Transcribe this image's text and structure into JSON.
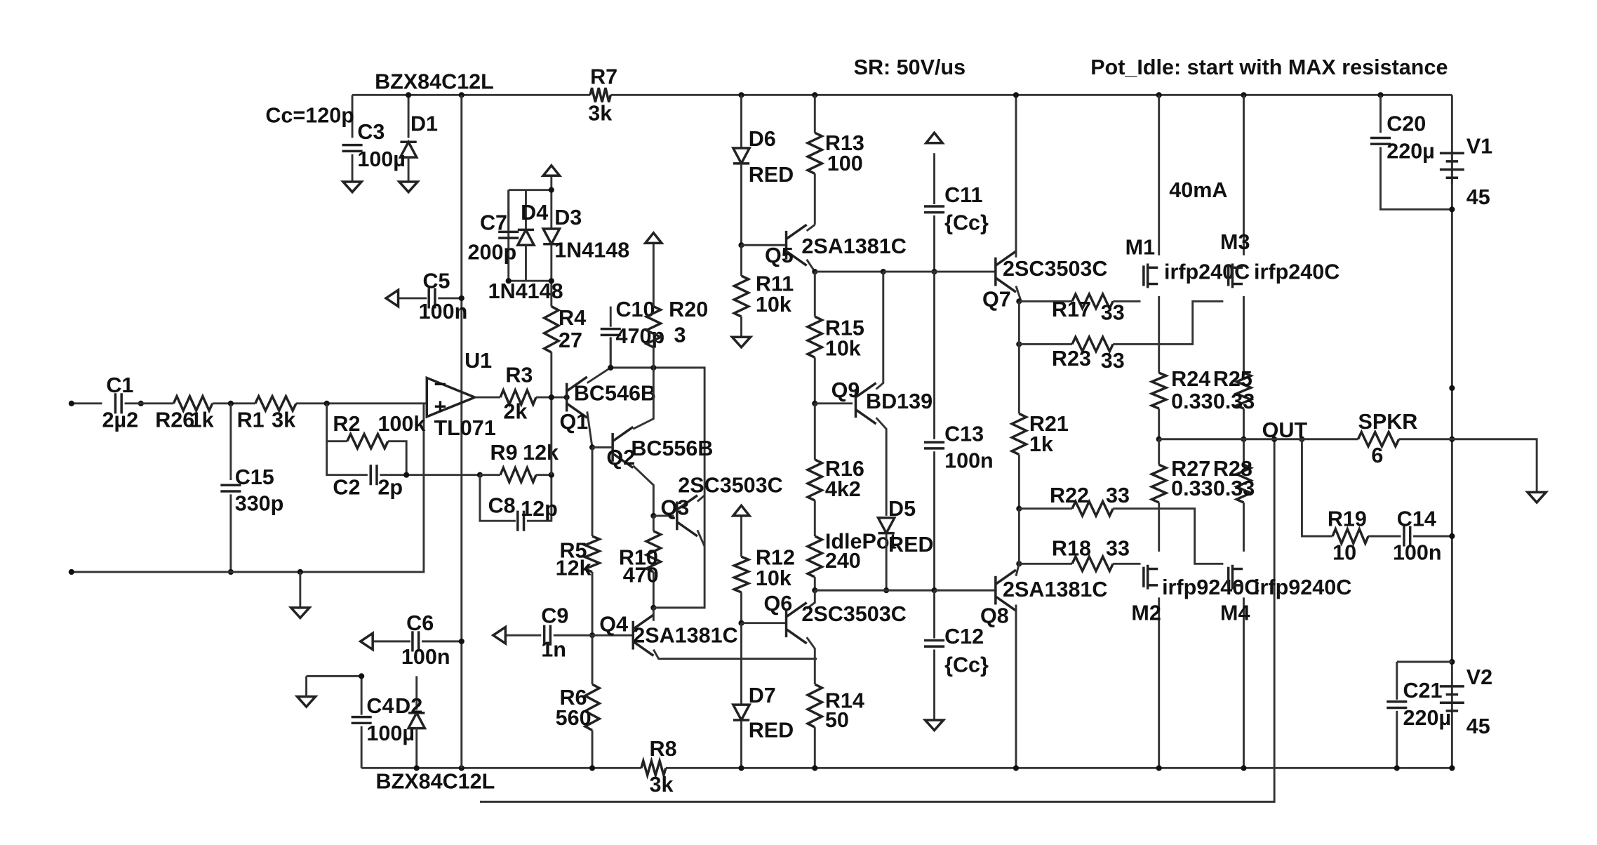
{
  "notes": {
    "cc": "Cc=120p",
    "sr": "SR: 50V/us",
    "pot": "Pot_Idle: start with MAX resistance",
    "idle_current": "40mA",
    "out": "OUT"
  },
  "components": [
    {
      "id": "C1",
      "value": "2µ2"
    },
    {
      "id": "R26",
      "value": "1k"
    },
    {
      "id": "R1",
      "value": "3k"
    },
    {
      "id": "R2",
      "value": "100k"
    },
    {
      "id": "C2",
      "value": "2p"
    },
    {
      "id": "C15",
      "value": "330p"
    },
    {
      "id": "C3",
      "value": "100µ"
    },
    {
      "id": "D1",
      "value": "BZX84C12L"
    },
    {
      "id": "C4",
      "value": "100µ"
    },
    {
      "id": "D2",
      "value": "BZX84C12L"
    },
    {
      "id": "C5",
      "value": "100n"
    },
    {
      "id": "C6",
      "value": "100n"
    },
    {
      "id": "U1",
      "value": "TL071"
    },
    {
      "id": "R3",
      "value": "2k"
    },
    {
      "id": "R9",
      "value": "12k"
    },
    {
      "id": "C8",
      "value": "12p"
    },
    {
      "id": "C7",
      "value": "200p"
    },
    {
      "id": "D4",
      "value": "1N4148"
    },
    {
      "id": "D3",
      "value": "1N4148"
    },
    {
      "id": "R4",
      "value": "27"
    },
    {
      "id": "C10",
      "value": "470p"
    },
    {
      "id": "R20",
      "value": "3"
    },
    {
      "id": "Q1",
      "value": "BC546B"
    },
    {
      "id": "Q2",
      "value": "BC556B"
    },
    {
      "id": "Q3",
      "value": "2SC3503C"
    },
    {
      "id": "R10",
      "value": "470"
    },
    {
      "id": "R5",
      "value": "12k"
    },
    {
      "id": "R6",
      "value": "560"
    },
    {
      "id": "C9",
      "value": "1n"
    },
    {
      "id": "Q4",
      "value": "2SA1381C"
    },
    {
      "id": "R7",
      "value": "3k"
    },
    {
      "id": "R8",
      "value": "3k"
    },
    {
      "id": "D6",
      "value": "RED"
    },
    {
      "id": "R11",
      "value": "10k"
    },
    {
      "id": "R13",
      "value": "100"
    },
    {
      "id": "Q5",
      "value": "2SA1381C"
    },
    {
      "id": "R15",
      "value": "10k"
    },
    {
      "id": "Q9",
      "value": "BD139"
    },
    {
      "id": "R16",
      "value": "4k2"
    },
    {
      "id": "IdlePot",
      "value": "240"
    },
    {
      "id": "D5",
      "value": "RED"
    },
    {
      "id": "R12",
      "value": "10k"
    },
    {
      "id": "Q6",
      "value": "2SC3503C"
    },
    {
      "id": "D7",
      "value": "RED"
    },
    {
      "id": "R14",
      "value": "50"
    },
    {
      "id": "C11",
      "value": "{Cc}"
    },
    {
      "id": "C13",
      "value": "100n"
    },
    {
      "id": "C12",
      "value": "{Cc}"
    },
    {
      "id": "Q7",
      "value": "2SC3503C"
    },
    {
      "id": "Q8",
      "value": "2SA1381C"
    },
    {
      "id": "R21",
      "value": "1k"
    },
    {
      "id": "R17",
      "value": "33"
    },
    {
      "id": "R23",
      "value": "33"
    },
    {
      "id": "R22",
      "value": "33"
    },
    {
      "id": "R18",
      "value": "33"
    },
    {
      "id": "M1",
      "value": "irfp240C"
    },
    {
      "id": "M3",
      "value": "irfp240C"
    },
    {
      "id": "M2",
      "value": "irfp9240C"
    },
    {
      "id": "M4",
      "value": "irfp9240C"
    },
    {
      "id": "R24",
      "value": "0.33"
    },
    {
      "id": "R25",
      "value": "0.33"
    },
    {
      "id": "R27",
      "value": "0.33"
    },
    {
      "id": "R28",
      "value": "0.33"
    },
    {
      "id": "SPKR",
      "value": "6"
    },
    {
      "id": "R19",
      "value": "10"
    },
    {
      "id": "C14",
      "value": "100n"
    },
    {
      "id": "C20",
      "value": "220µ"
    },
    {
      "id": "V1",
      "value": "45"
    },
    {
      "id": "C21",
      "value": "220µ"
    },
    {
      "id": "V2",
      "value": "45"
    }
  ]
}
